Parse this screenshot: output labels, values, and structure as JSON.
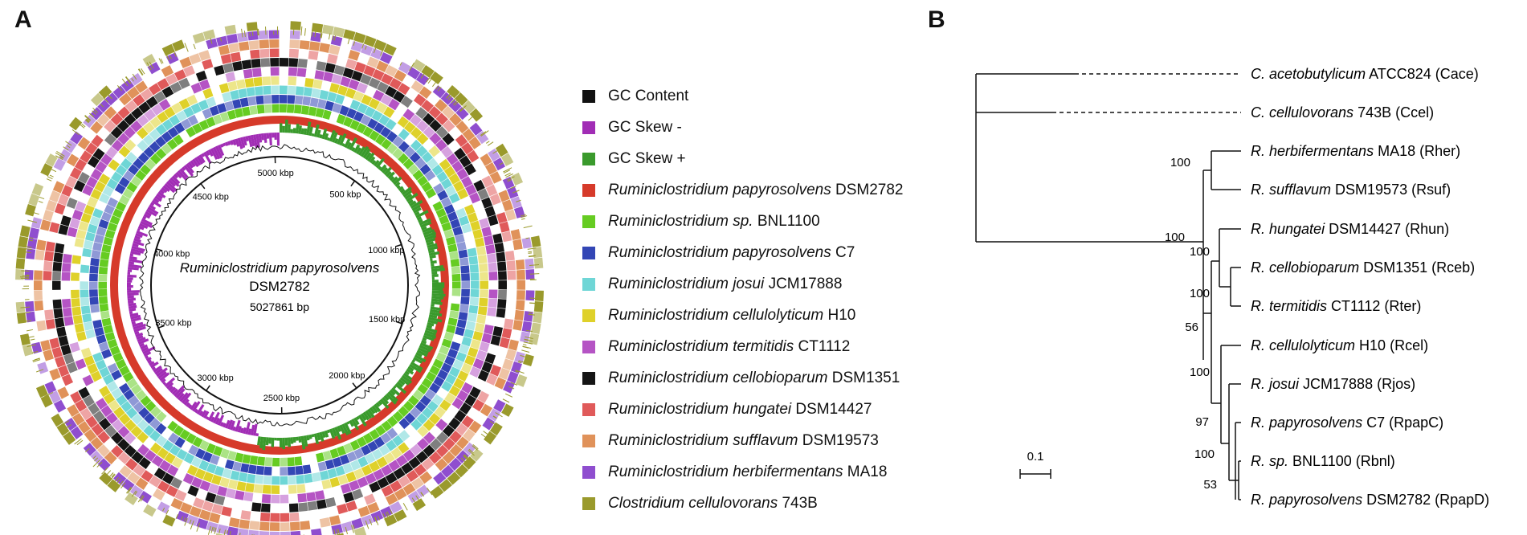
{
  "panels": {
    "a_label": "A",
    "b_label": "B"
  },
  "circle_map": {
    "center_title": "Ruminiclostridium papyrosolvens",
    "center_strain": "DSM2782",
    "center_length": "5027861 bp",
    "genome_length_bp": 5027861,
    "tick_labels": [
      "500 kbp",
      "1000 kbp",
      "1500 kbp",
      "2000 kbp",
      "2500 kbp",
      "3000 kbp",
      "3500 kbp",
      "4000 kbp",
      "4500 kbp",
      "5000 kbp"
    ],
    "tick_values_kbp": [
      500,
      1000,
      1500,
      2000,
      2500,
      3000,
      3500,
      4000,
      4500,
      5000
    ]
  },
  "legend": [
    {
      "genus": "",
      "name": "GC Content",
      "color": "#111111"
    },
    {
      "genus": "",
      "name": "GC Skew -",
      "color": "#a12db5"
    },
    {
      "genus": "",
      "name": "GC Skew +",
      "color": "#3a9a2c"
    },
    {
      "genus": "Ruminiclostridium papyrosolvens",
      "name": "DSM2782",
      "color": "#d63a2a"
    },
    {
      "genus": "Ruminiclostridium sp.",
      "name": "BNL1100",
      "color": "#66cc22"
    },
    {
      "genus": "Ruminiclostridium papyrosolvens",
      "name": "C7",
      "color": "#3346b5"
    },
    {
      "genus": "Ruminiclostridium josui",
      "name": "JCM17888",
      "color": "#6fd6d6"
    },
    {
      "genus": "Ruminiclostridium cellulolyticum",
      "name": "H10",
      "color": "#dfd12a"
    },
    {
      "genus": "Ruminiclostridium termitidis",
      "name": "CT1112",
      "color": "#b554c4"
    },
    {
      "genus": "Ruminiclostridium cellobioparum",
      "name": "DSM1351",
      "color": "#151515"
    },
    {
      "genus": "Ruminiclostridium hungatei",
      "name": "DSM14427",
      "color": "#e05a5a"
    },
    {
      "genus": "Ruminiclostridium sufflavum",
      "name": "DSM19573",
      "color": "#e0925a"
    },
    {
      "genus": "Ruminiclostridium herbifermentans",
      "name": "MA18",
      "color": "#8f4ecf"
    },
    {
      "genus": "Clostridium cellulovorans",
      "name": "743B",
      "color": "#9a9a2c"
    }
  ],
  "tree": {
    "scale_label": "0.1",
    "tips": [
      {
        "genus": "C. acetobutylicum",
        "rest": "ATCC824 (Cace)"
      },
      {
        "genus": "C. cellulovorans",
        "rest": "743B (Ccel)"
      },
      {
        "genus": "R. herbifermentans",
        "rest": "MA18 (Rher)"
      },
      {
        "genus": "R. sufflavum",
        "rest": "DSM19573 (Rsuf)"
      },
      {
        "genus": "R. hungatei",
        "rest": "DSM14427 (Rhun)"
      },
      {
        "genus": "R. cellobioparum",
        "rest": "DSM1351 (Rceb)"
      },
      {
        "genus": "R. termitidis",
        "rest": "CT1112 (Rter)"
      },
      {
        "genus": "R. cellulolyticum",
        "rest": "H10 (Rcel)"
      },
      {
        "genus": "R. josui",
        "rest": "JCM17888 (Rjos)"
      },
      {
        "genus": "R. papyrosolvens",
        "rest": "C7 (RpapC)"
      },
      {
        "genus": "R. sp.",
        "rest": "BNL1100 (Rbnl)"
      },
      {
        "genus": "R. papyrosolvens",
        "rest": "DSM2782 (RpapD)"
      }
    ],
    "bootstrap": [
      "100",
      "100",
      "100",
      "100",
      "56",
      "100",
      "97",
      "100",
      "53"
    ]
  }
}
